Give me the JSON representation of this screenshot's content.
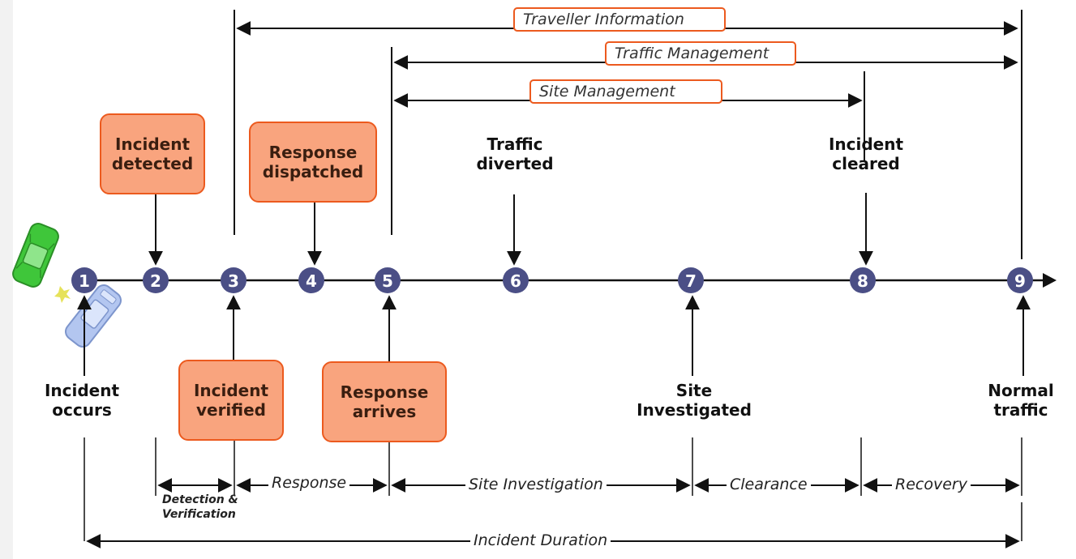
{
  "milestones": [
    "1",
    "2",
    "3",
    "4",
    "5",
    "6",
    "7",
    "8",
    "9"
  ],
  "top_labels": {
    "incident_detected": "Incident\ndetected",
    "response_dispatched": "Response\ndispatched",
    "traffic_diverted": "Traffic\ndiverted",
    "incident_cleared": "Incident\ncleared"
  },
  "bottom_labels": {
    "incident_occurs": "Incident\noccurs",
    "incident_verified": "Incident\nverified",
    "response_arrives": "Response\narrives",
    "site_investigated": "Site\nInvestigated",
    "normal_traffic": "Normal\ntraffic"
  },
  "management_bars": {
    "traveller_information": "Traveller Information",
    "traffic_management": "Traffic Management",
    "site_management": "Site Management"
  },
  "phases": {
    "detection_verification": "Detection &\nVerification",
    "response": "Response",
    "site_investigation": "Site Investigation",
    "clearance": "Clearance",
    "recovery": "Recovery",
    "incident_duration": "Incident Duration"
  },
  "colors": {
    "milestone_circle": "#4b4f86",
    "highlight_fill": "#f9a47e",
    "highlight_border": "#ec5a1e",
    "car_green": "#3fc63a",
    "car_blue": "#9fb8ea"
  },
  "icons": [
    "green-car-icon",
    "blue-car-icon"
  ]
}
